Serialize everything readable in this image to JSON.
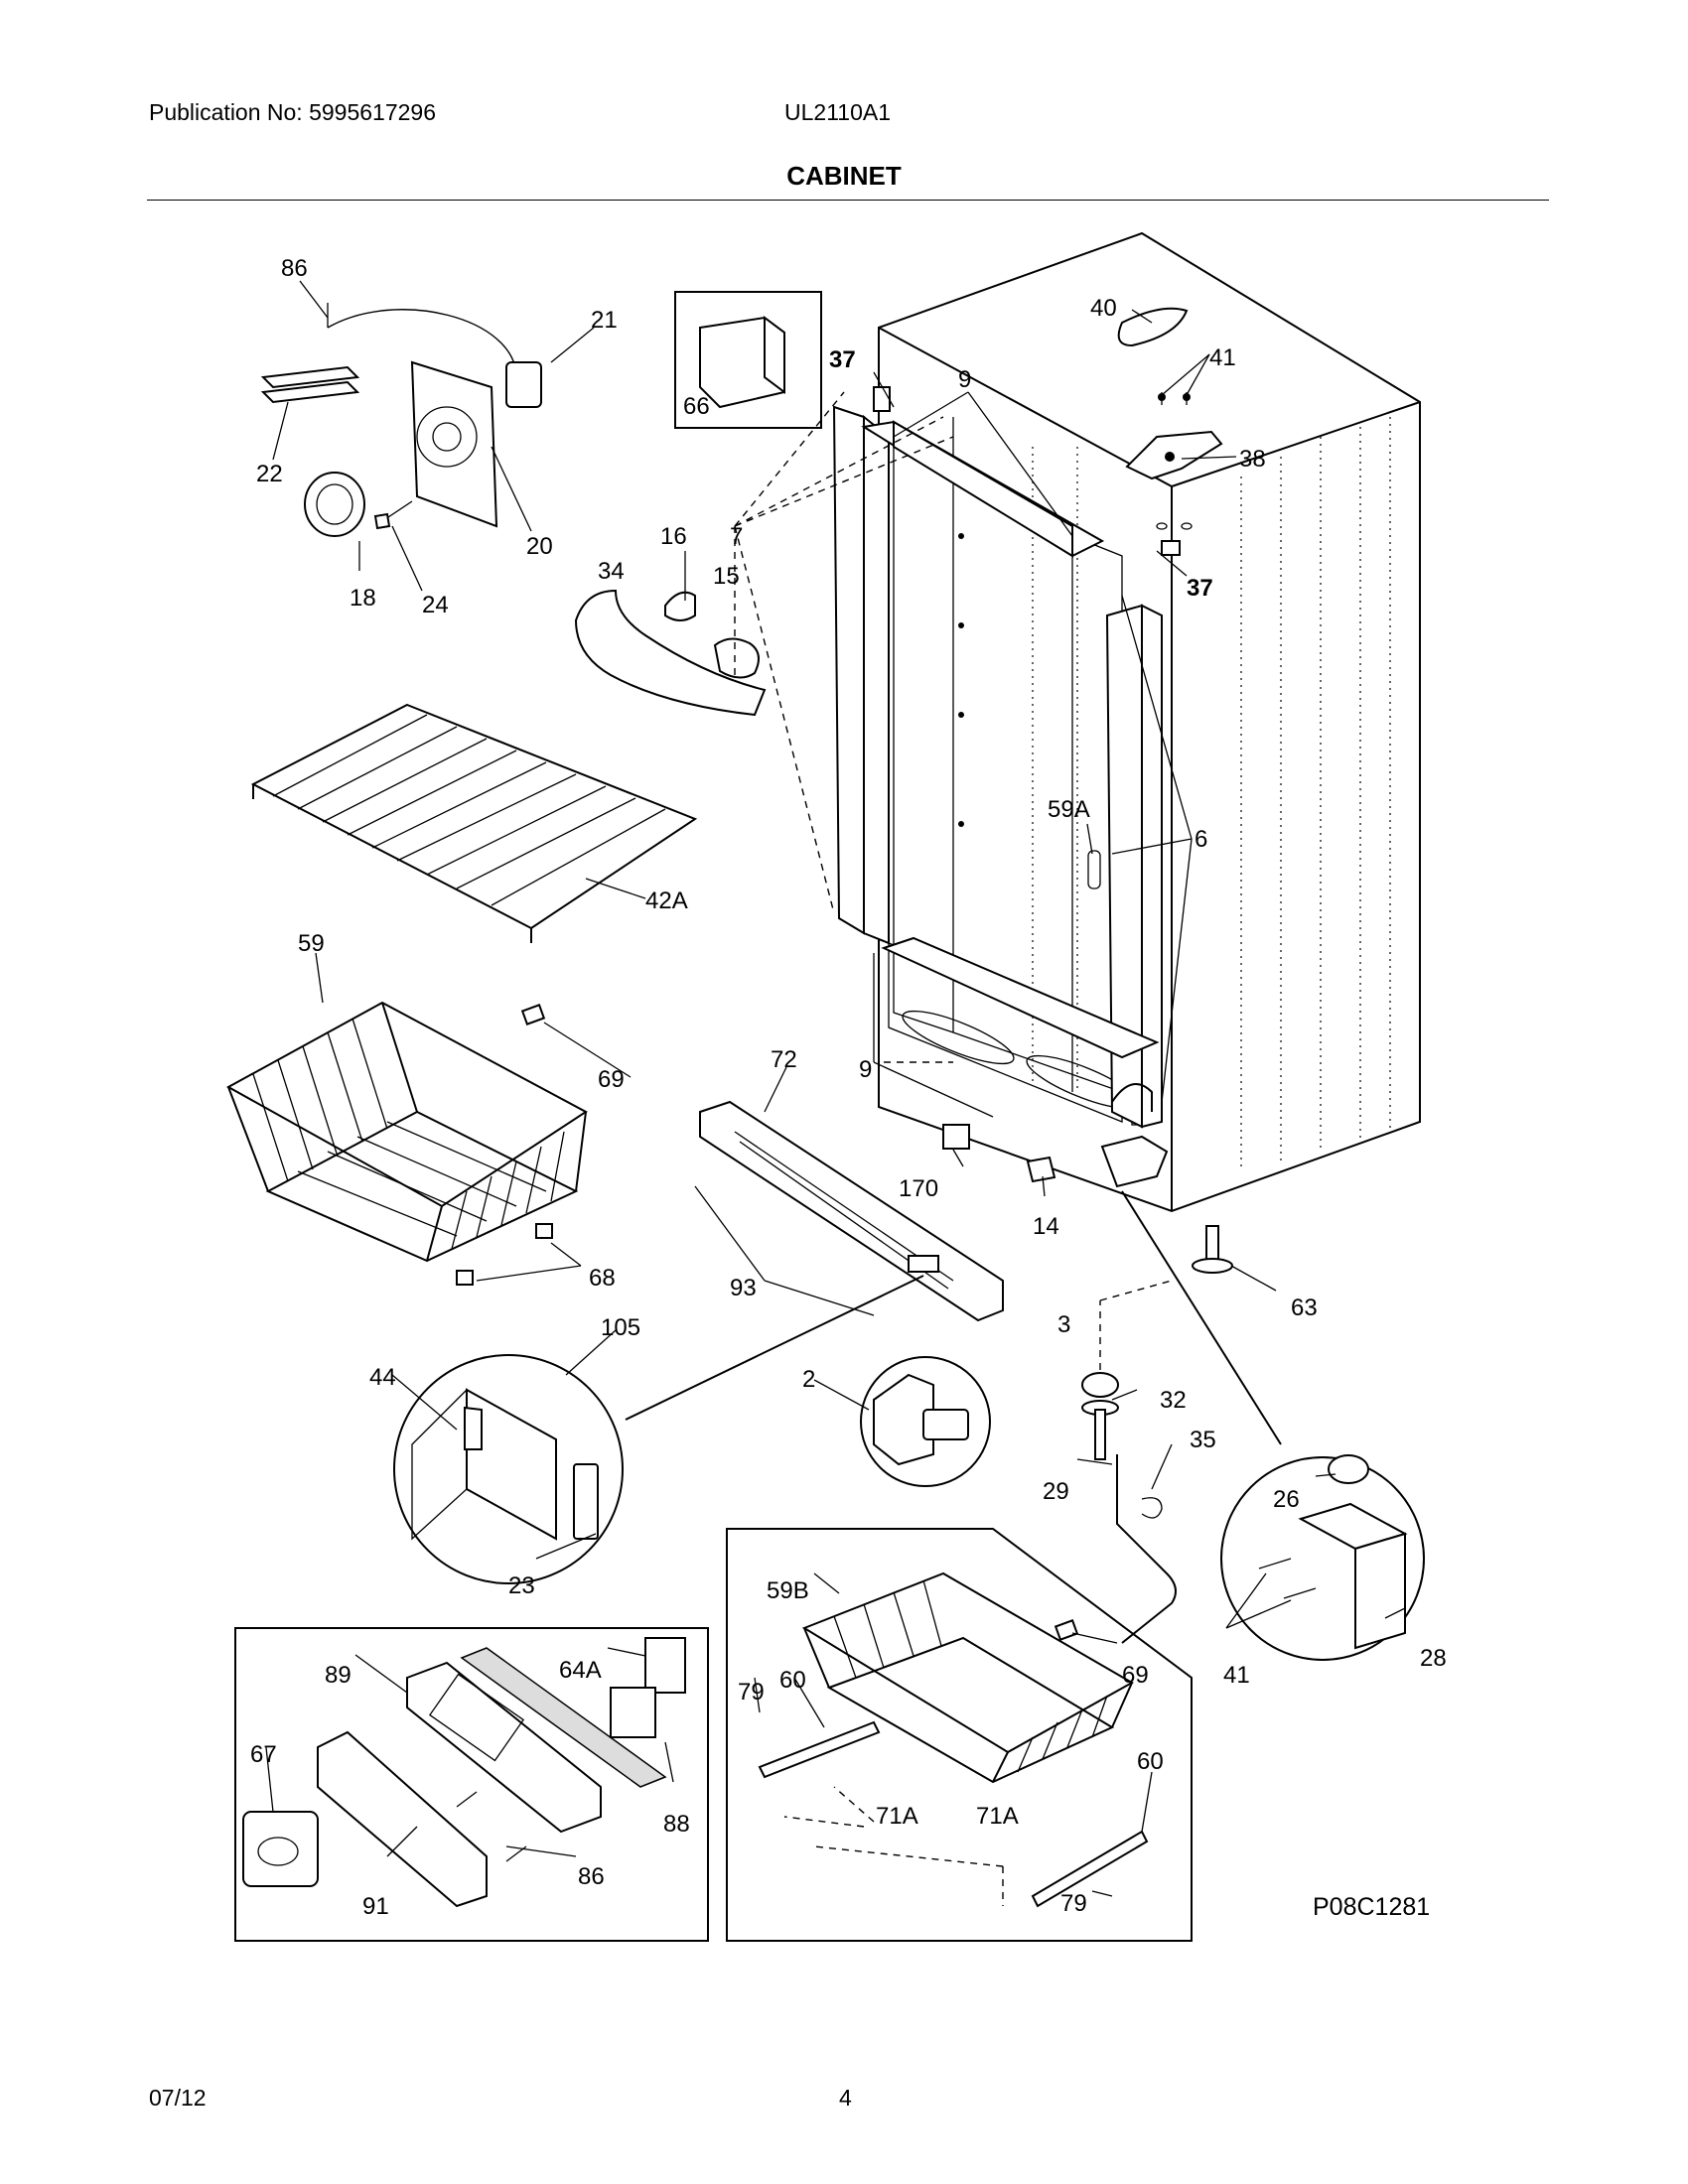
{
  "header": {
    "publication": "Publication No: 5995617296",
    "model": "UL2110A1",
    "title": "CABINET"
  },
  "footer": {
    "date": "07/12",
    "page": "4"
  },
  "drawing_code": "P08C1281",
  "callouts": [
    {
      "id": "c86a",
      "text": "86"
    },
    {
      "id": "c21",
      "text": "21"
    },
    {
      "id": "c22",
      "text": "22"
    },
    {
      "id": "c20",
      "text": "20"
    },
    {
      "id": "c18",
      "text": "18"
    },
    {
      "id": "c24",
      "text": "24"
    },
    {
      "id": "c66",
      "text": "66"
    },
    {
      "id": "c37a",
      "text": "37"
    },
    {
      "id": "c9a",
      "text": "9"
    },
    {
      "id": "c40",
      "text": "40"
    },
    {
      "id": "c41a",
      "text": "41"
    },
    {
      "id": "c38",
      "text": "38"
    },
    {
      "id": "c37b",
      "text": "37"
    },
    {
      "id": "c16",
      "text": "16"
    },
    {
      "id": "c7",
      "text": "7"
    },
    {
      "id": "c34",
      "text": "34"
    },
    {
      "id": "c15",
      "text": "15"
    },
    {
      "id": "c42A",
      "text": "42A"
    },
    {
      "id": "c59A",
      "text": "59A"
    },
    {
      "id": "c6",
      "text": "6"
    },
    {
      "id": "c59",
      "text": "59"
    },
    {
      "id": "c69a",
      "text": "69"
    },
    {
      "id": "c72",
      "text": "72"
    },
    {
      "id": "c9b",
      "text": "9"
    },
    {
      "id": "c170",
      "text": "170"
    },
    {
      "id": "c14",
      "text": "14"
    },
    {
      "id": "c68",
      "text": "68"
    },
    {
      "id": "c93",
      "text": "93"
    },
    {
      "id": "c63",
      "text": "63"
    },
    {
      "id": "c105",
      "text": "105"
    },
    {
      "id": "c44",
      "text": "44"
    },
    {
      "id": "c3",
      "text": "3"
    },
    {
      "id": "c2",
      "text": "2"
    },
    {
      "id": "c32",
      "text": "32"
    },
    {
      "id": "c35",
      "text": "35"
    },
    {
      "id": "c29",
      "text": "29"
    },
    {
      "id": "c26",
      "text": "26"
    },
    {
      "id": "c23",
      "text": "23"
    },
    {
      "id": "c59B",
      "text": "59B"
    },
    {
      "id": "c41b",
      "text": "41"
    },
    {
      "id": "c28",
      "text": "28"
    },
    {
      "id": "c89",
      "text": "89"
    },
    {
      "id": "c64A",
      "text": "64A"
    },
    {
      "id": "c67",
      "text": "67"
    },
    {
      "id": "c88",
      "text": "88"
    },
    {
      "id": "c86b",
      "text": "86"
    },
    {
      "id": "c91",
      "text": "91"
    },
    {
      "id": "c79a",
      "text": "79"
    },
    {
      "id": "c60a",
      "text": "60"
    },
    {
      "id": "c69b",
      "text": "69"
    },
    {
      "id": "c71Aa",
      "text": "71A"
    },
    {
      "id": "c71Ab",
      "text": "71A"
    },
    {
      "id": "c60b",
      "text": "60"
    },
    {
      "id": "c79b",
      "text": "79"
    }
  ]
}
